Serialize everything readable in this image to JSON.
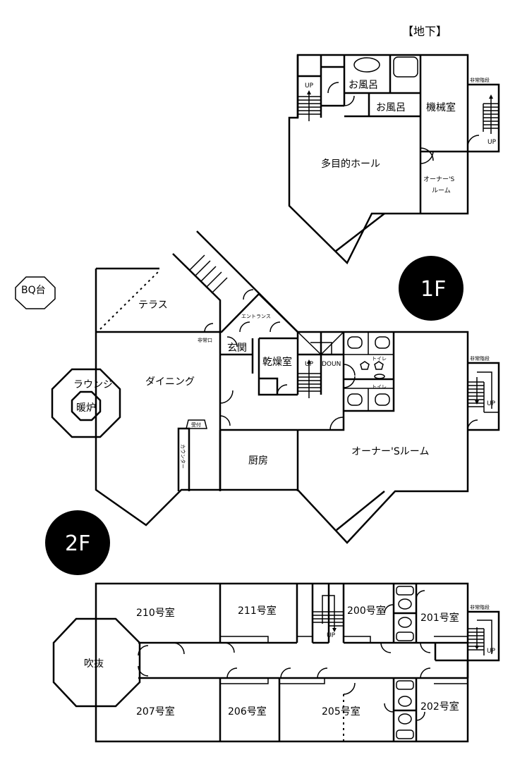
{
  "basement": {
    "title": "【地下】",
    "up_left": "UP",
    "bath1": "お風呂",
    "bath2": "お風呂",
    "machine_room": "機械室",
    "emergency_stairs": "非常階段",
    "up_right": "UP",
    "hall": "多目的ホール",
    "owner_room_l1": "オーナー'S",
    "owner_room_l2": "ルーム"
  },
  "floor1": {
    "badge": "1F",
    "bbq": "BQ台",
    "terrace": "テラス",
    "entrance": "エントランス",
    "emergency_exit": "非常口",
    "genkan": "玄関",
    "drying_room": "乾燥室",
    "up": "UP",
    "down": "DOUN",
    "toilet1": "トイレ",
    "toilet2": "トイレ",
    "emergency_stairs": "非常階段",
    "up_right": "UP",
    "dining": "ダイニング",
    "lounge": "ラウンジ",
    "fireplace": "暖炉",
    "reception": "受付",
    "counter": "カウンター",
    "kitchen": "厨房",
    "owner_room": "オーナー'Sルーム"
  },
  "floor2": {
    "badge": "2F",
    "atrium": "吹抜",
    "rooms": [
      "210号室",
      "211号室",
      "200号室",
      "201号室",
      "207号室",
      "206号室",
      "205号室",
      "202号室"
    ],
    "up": "UP",
    "emergency_stairs": "非常階段",
    "up_right": "UP"
  }
}
